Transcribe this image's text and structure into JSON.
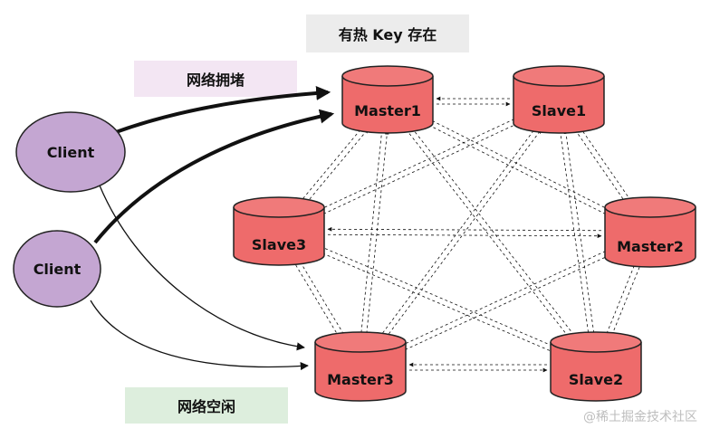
{
  "labels": {
    "hot_key": "有热 Key 存在",
    "congestion": "网络拥堵",
    "idle": "网络空闲",
    "watermark": "@稀土掘金技术社区"
  },
  "clients": [
    {
      "id": "client1",
      "label": "Client"
    },
    {
      "id": "client2",
      "label": "Client"
    }
  ],
  "nodes": [
    {
      "id": "master1",
      "label": "Master1",
      "role": "master"
    },
    {
      "id": "slave1",
      "label": "Slave1",
      "role": "slave"
    },
    {
      "id": "slave3",
      "label": "Slave3",
      "role": "slave"
    },
    {
      "id": "master2",
      "label": "Master2",
      "role": "master"
    },
    {
      "id": "master3",
      "label": "Master3",
      "role": "master"
    },
    {
      "id": "slave2",
      "label": "Slave2",
      "role": "slave"
    }
  ],
  "client_links": [
    {
      "from": "client1",
      "to": "master1",
      "style": "heavy"
    },
    {
      "from": "client2",
      "to": "master1",
      "style": "heavy"
    },
    {
      "from": "client1",
      "to": "master3",
      "style": "light"
    },
    {
      "from": "client2",
      "to": "master3",
      "style": "light"
    }
  ],
  "colors": {
    "node_fill": "#ee6b6b",
    "node_top": "#f07a7a",
    "node_stroke": "#222222",
    "client_fill": "#c4a6d2",
    "link": "#111111"
  }
}
